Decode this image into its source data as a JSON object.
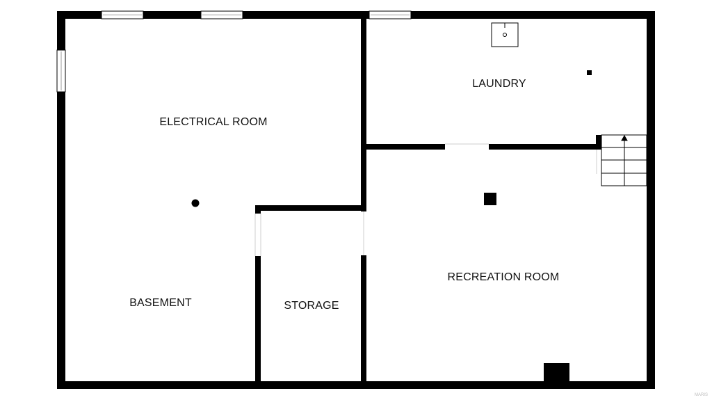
{
  "floorplan": {
    "rooms": {
      "electrical": "ELECTRICAL ROOM",
      "laundry": "LAUNDRY",
      "basement": "BASEMENT",
      "storage": "STORAGE",
      "recreation": "RECREATION ROOM"
    },
    "watermark": "MARIS",
    "colors": {
      "wall": "#000000",
      "background": "#ffffff",
      "window": "#d9d9d9"
    },
    "icons": [
      "window-icon",
      "sink-icon",
      "stairs-icon",
      "column-icon",
      "chimney-icon"
    ]
  }
}
